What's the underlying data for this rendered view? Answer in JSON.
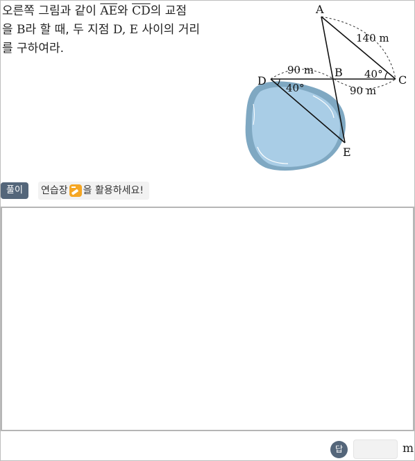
{
  "question": {
    "line1_prefix": "오른쪽 그림과 같이 ",
    "seg1": "AE",
    "line1_mid": "와 ",
    "seg2": "CD",
    "line1_suffix": "의 교점",
    "line2_prefix": "을 ",
    "point_b": "B",
    "line2_mid": "라 할 때, 두 지점 ",
    "points_de": "D, E",
    "line2_suffix": " 사이의 거리",
    "line3": "를 구하여라."
  },
  "figure": {
    "label_a": "A",
    "label_b": "B",
    "label_c": "C",
    "label_d": "D",
    "label_e": "E",
    "dist_ac": "140 m",
    "dist_db": "90 m",
    "dist_bc": "90 m",
    "angle_c": "40°",
    "angle_d": "40°",
    "lake_color": "#a9cde6",
    "lake_edge_color": "#7fa8c2"
  },
  "tags": {
    "solve": "풀이"
  },
  "hint": {
    "before": "연습장",
    "after": "을 활용하세요!",
    "icon": "notepad-pencil-icon"
  },
  "answer": {
    "badge": "답",
    "value": "",
    "unit": "m"
  }
}
